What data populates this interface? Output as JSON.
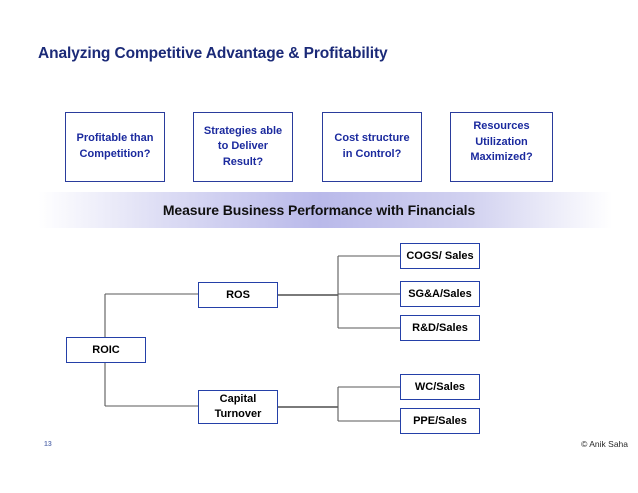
{
  "slide": {
    "title": "Analyzing Competitive Advantage & Profitability",
    "page_number": "13",
    "copyright": "© Anik Saha",
    "colors": {
      "title_blue": "#1b2a78",
      "box_border_blue": "#2a3c9c",
      "box_text_blue": "#1b2a9e",
      "node_border_blue": "#2440a8",
      "banner_gradient_center": "#b9b9ea",
      "connector_line": "#5a5a5a"
    }
  },
  "question_boxes": [
    {
      "id": "profitable-than-competition",
      "lines": [
        "Profitable than",
        "Competition?"
      ],
      "align": "center"
    },
    {
      "id": "strategies-deliver-result",
      "lines": [
        "Strategies able",
        "to Deliver",
        "Result?"
      ],
      "align": "center"
    },
    {
      "id": "cost-structure-control",
      "lines": [
        "Cost structure",
        "in Control?"
      ],
      "align": "center"
    },
    {
      "id": "resources-utilization-maximized",
      "lines": [
        "Resources",
        "Utilization",
        "Maximized?"
      ],
      "align": "top"
    }
  ],
  "banner": {
    "text": "Measure Business Performance with Financials"
  },
  "chart_data": {
    "type": "tree-diagram",
    "title": "Measure Business Performance with Financials",
    "root": "ROIC",
    "nodes": [
      {
        "id": "roic",
        "label": "ROIC",
        "level": 0,
        "lines": [
          "ROIC"
        ]
      },
      {
        "id": "ros",
        "label": "ROS",
        "level": 1,
        "lines": [
          "ROS"
        ]
      },
      {
        "id": "capital-turnover",
        "label": "Capital Turnover",
        "level": 1,
        "lines": [
          "Capital",
          "Turnover"
        ]
      },
      {
        "id": "cogs-sales",
        "label": "COGS/ Sales",
        "level": 2,
        "lines": [
          "COGS/ Sales"
        ]
      },
      {
        "id": "sga-sales",
        "label": "SG&A/Sales",
        "level": 2,
        "lines": [
          "SG&A/Sales"
        ]
      },
      {
        "id": "rd-sales",
        "label": "R&D/Sales",
        "level": 2,
        "lines": [
          "R&D/Sales"
        ]
      },
      {
        "id": "wc-sales",
        "label": "WC/Sales",
        "level": 2,
        "lines": [
          "WC/Sales"
        ]
      },
      {
        "id": "ppe-sales",
        "label": "PPE/Sales",
        "level": 2,
        "lines": [
          "PPE/Sales"
        ]
      }
    ],
    "edges": [
      {
        "from": "roic",
        "to": "ros"
      },
      {
        "from": "roic",
        "to": "capital-turnover"
      },
      {
        "from": "ros",
        "to": "cogs-sales"
      },
      {
        "from": "ros",
        "to": "sga-sales"
      },
      {
        "from": "ros",
        "to": "rd-sales"
      },
      {
        "from": "capital-turnover",
        "to": "wc-sales"
      },
      {
        "from": "capital-turnover",
        "to": "ppe-sales"
      }
    ]
  }
}
